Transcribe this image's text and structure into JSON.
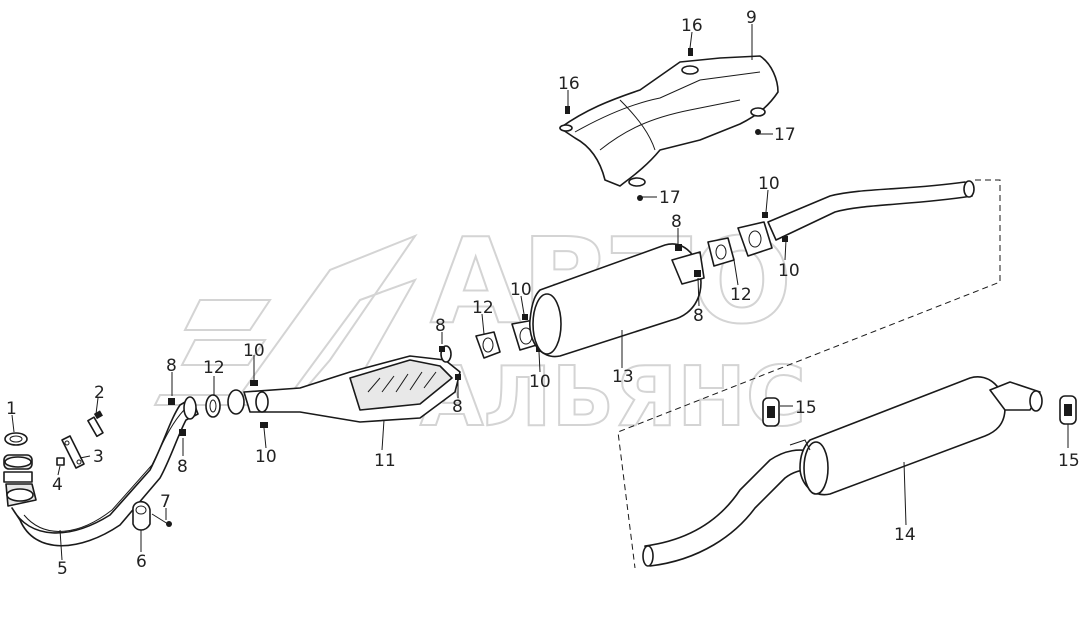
{
  "watermark": {
    "line1": "АВТО",
    "line2": "АЛЬЯНС"
  },
  "callouts": [
    "1",
    "2",
    "3",
    "4",
    "5",
    "6",
    "7",
    "8",
    "12",
    "10",
    "8",
    "10",
    "11",
    "8",
    "12",
    "8",
    "10",
    "10",
    "13",
    "16",
    "9",
    "16",
    "17",
    "17",
    "10",
    "8",
    "8",
    "10",
    "12",
    "15",
    "15",
    "14"
  ]
}
